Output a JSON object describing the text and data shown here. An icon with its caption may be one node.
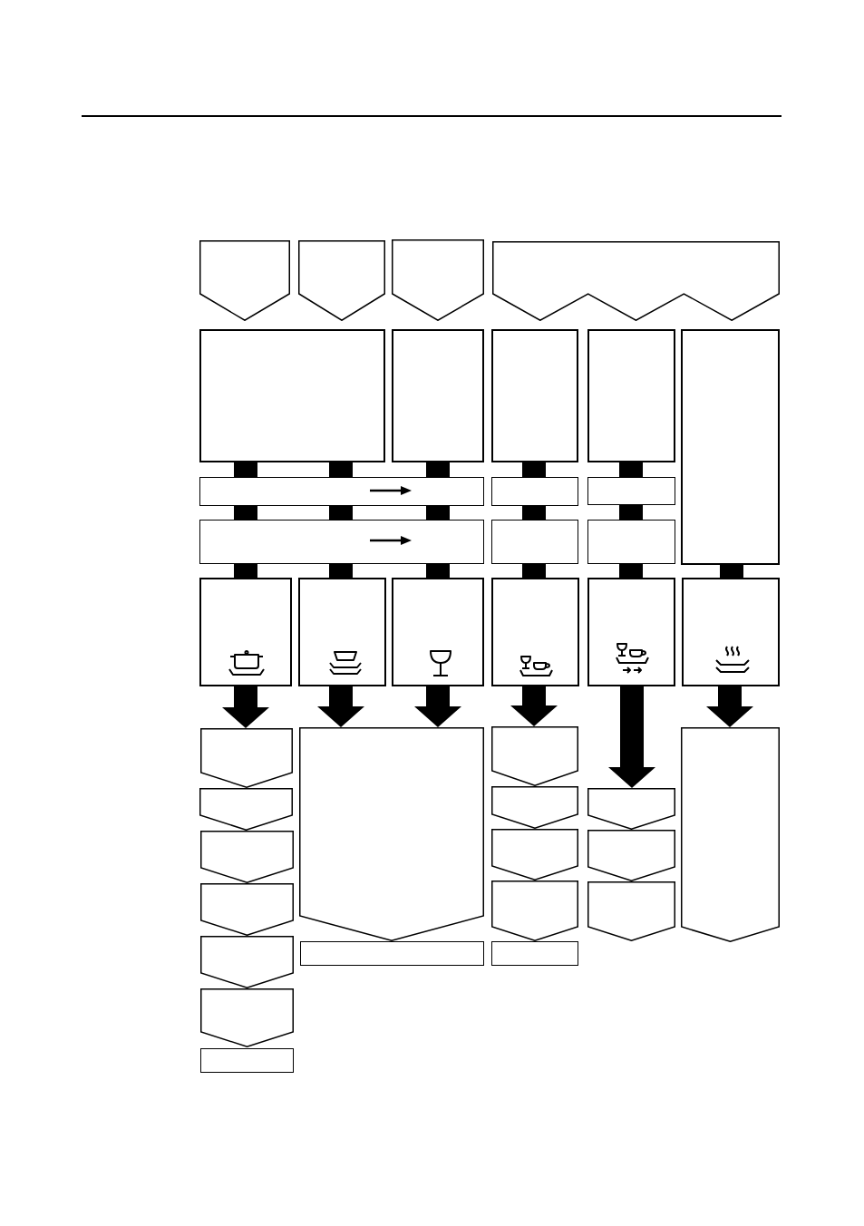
{
  "diagram": {
    "nodes": [
      {
        "text": [],
        "shape": "pentagon"
      },
      {
        "text": [],
        "shape": "pentagon"
      },
      {
        "text": [],
        "shape": "pentagon"
      },
      {
        "text": [],
        "shape": "banner"
      },
      {
        "text": [],
        "shape": "box"
      },
      {
        "text": [],
        "shape": "box"
      },
      {
        "text": [],
        "shape": "box"
      },
      {
        "text": [],
        "shape": "box"
      },
      {
        "text": [],
        "shape": "box"
      },
      {
        "text": [],
        "shape": "box"
      },
      {
        "text": [],
        "shape": "box"
      },
      {
        "text": [],
        "shape": "box"
      },
      {
        "text": [],
        "shape": "box"
      },
      {
        "text": [],
        "shape": "box"
      },
      {
        "text": [],
        "shape": "box"
      },
      {
        "text": [],
        "shape": "box"
      },
      {
        "text": [],
        "shape": "box"
      },
      {
        "text": [],
        "shape": "box"
      },
      {
        "text": [],
        "shape": "box"
      },
      {
        "text": [],
        "shape": "box"
      },
      {
        "text": [],
        "shape": "box"
      },
      {
        "text": [],
        "shape": "pentagon"
      },
      {
        "text": [],
        "shape": "pentagon"
      },
      {
        "text": [],
        "shape": "pentagon"
      },
      {
        "text": [],
        "shape": "pentagon"
      },
      {
        "text": [],
        "shape": "pentagon"
      },
      {
        "text": [],
        "shape": "pentagon"
      },
      {
        "text": [],
        "shape": "box"
      },
      {
        "text": [],
        "shape": "pentagon"
      },
      {
        "text": [],
        "shape": "box"
      },
      {
        "text": [],
        "shape": "pentagon"
      },
      {
        "text": [],
        "shape": "pentagon"
      },
      {
        "text": [],
        "shape": "pentagon"
      },
      {
        "text": [],
        "shape": "pentagon"
      },
      {
        "text": [],
        "shape": "box"
      },
      {
        "text": [],
        "shape": "pentagon"
      },
      {
        "text": [],
        "shape": "pentagon"
      },
      {
        "text": [],
        "shape": "pentagon"
      },
      {
        "text": [],
        "shape": "pentagon"
      }
    ],
    "edges": [
      {
        "from": 4,
        "to": 9,
        "arrow": "none"
      },
      {
        "from": 4,
        "to": 9,
        "arrow": "none"
      },
      {
        "from": 5,
        "to": 9,
        "arrow": "none"
      },
      {
        "from": 6,
        "to": 10,
        "arrow": "none"
      },
      {
        "from": 7,
        "to": 11,
        "arrow": "none"
      },
      {
        "from": 9,
        "to": 12,
        "arrow": "none"
      },
      {
        "from": 9,
        "to": 12,
        "arrow": "none"
      },
      {
        "from": 9,
        "to": 12,
        "arrow": "none"
      },
      {
        "from": 10,
        "to": 13,
        "arrow": "none"
      },
      {
        "from": 11,
        "to": 14,
        "arrow": "none"
      },
      {
        "from": 12,
        "to": 15,
        "arrow": "none"
      },
      {
        "from": 12,
        "to": 16,
        "arrow": "none"
      },
      {
        "from": 12,
        "to": 17,
        "arrow": "none"
      },
      {
        "from": 13,
        "to": 18,
        "arrow": "none"
      },
      {
        "from": 14,
        "to": 19,
        "arrow": "none"
      },
      {
        "from": 8,
        "to": 20,
        "arrow": "none"
      },
      {
        "from": 15,
        "to": 21,
        "arrow": "to"
      },
      {
        "from": 16,
        "to": 28,
        "arrow": "to"
      },
      {
        "from": 17,
        "to": 28,
        "arrow": "to"
      },
      {
        "from": 18,
        "to": 30,
        "arrow": "to"
      },
      {
        "from": 19,
        "to": 35,
        "arrow": "to"
      },
      {
        "from": 20,
        "to": 38,
        "arrow": "to"
      }
    ]
  }
}
